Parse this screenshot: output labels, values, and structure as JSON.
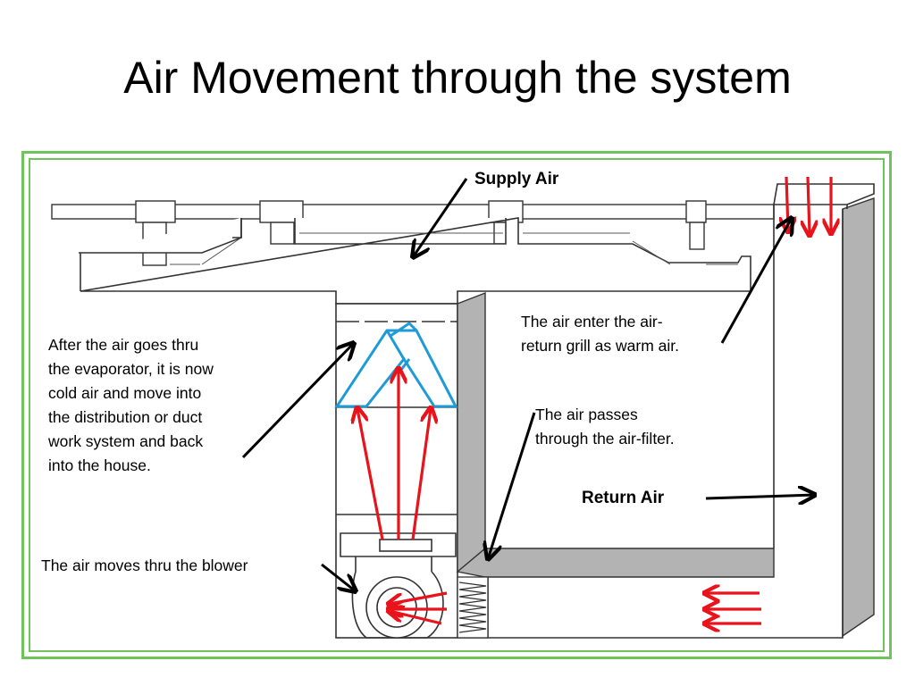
{
  "slide": {
    "title": "Air Movement through the system"
  },
  "labels": {
    "supply_air": "Supply Air",
    "return_air": "Return Air",
    "evaporator_note": "After the air goes thru the evaporator, it is now cold air and move into the distribution or duct work system and back into the house.",
    "evaporator_lines": [
      "After the air goes thru",
      "the evaporator, it is now",
      "cold air and move into",
      "the distribution or duct",
      "work system and back",
      "into the house."
    ],
    "grill_lines": [
      "The air enter the air-",
      "return grill as warm air."
    ],
    "filter_lines": [
      "The air passes",
      "through the air-filter."
    ],
    "blower": "The air moves thru the blower"
  },
  "colors": {
    "frame": "#6ec45a",
    "airflow_arrows": "#e8131b",
    "evaporator_coil": "#1e9ad6",
    "duct_shading": "#b3b3b3",
    "pointer_arrows": "#000000"
  }
}
